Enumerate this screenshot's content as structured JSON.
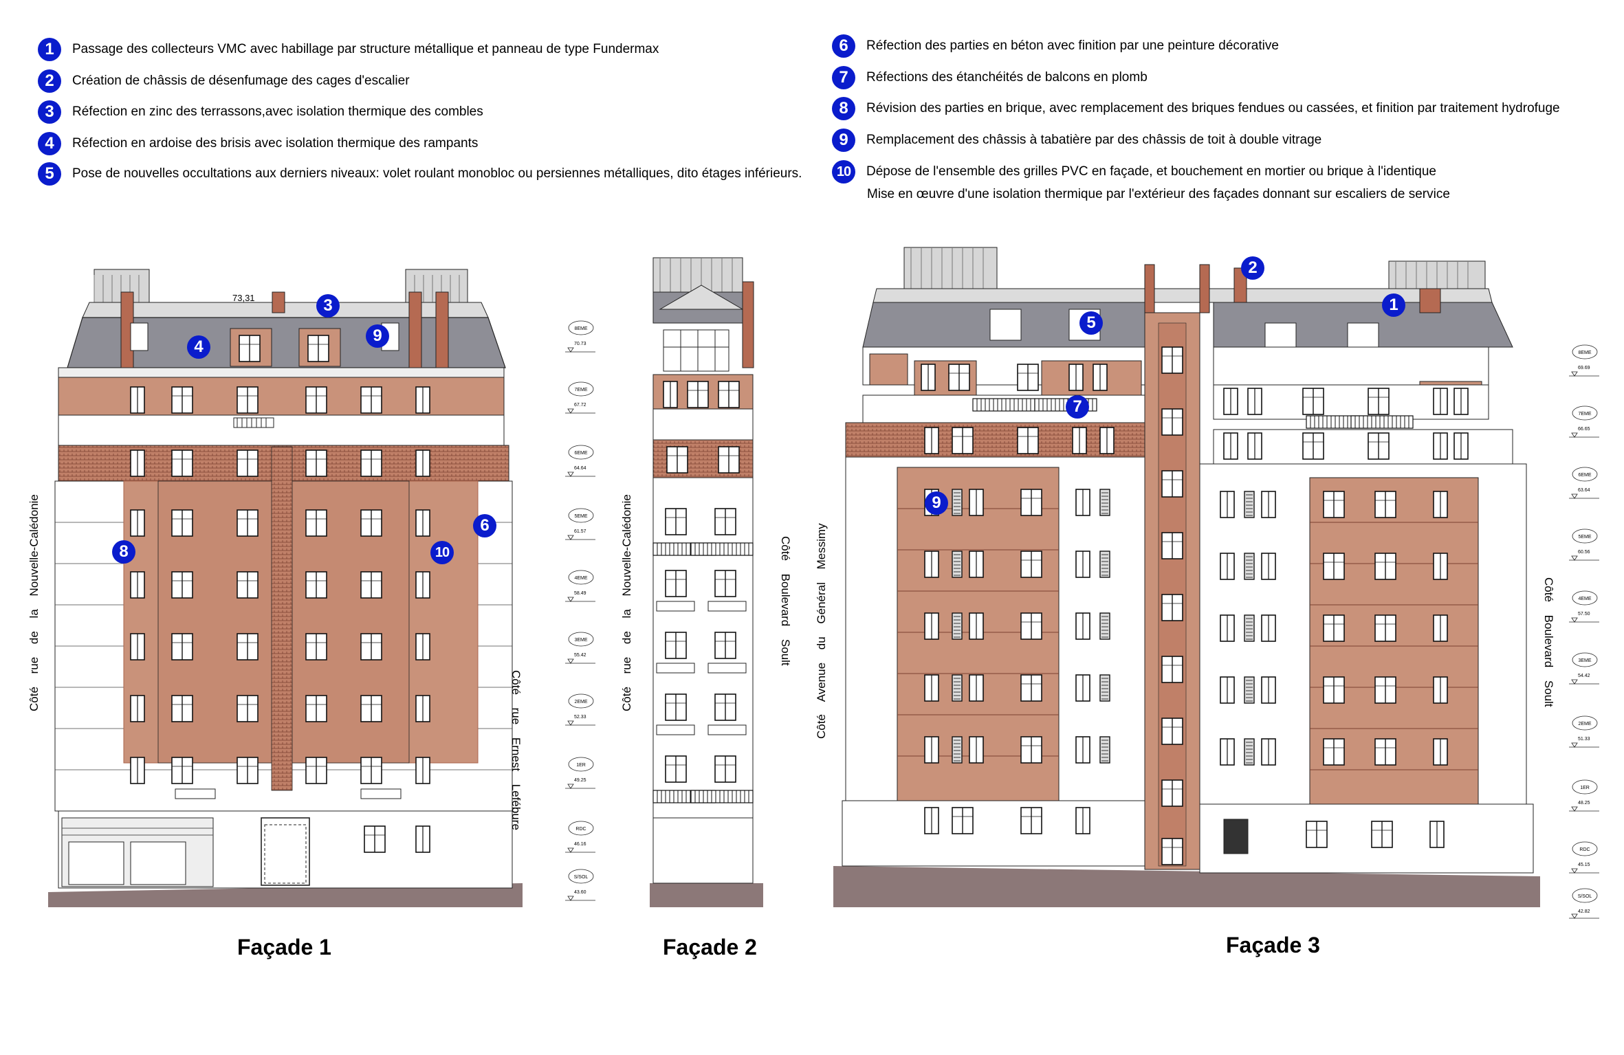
{
  "legend": [
    {
      "num": "1",
      "text": "Passage des collecteurs VMC avec habillage par structure métallique et panneau de type Fundermax"
    },
    {
      "num": "2",
      "text": "Création de châssis de désenfumage des cages d'escalier"
    },
    {
      "num": "3",
      "text": "Réfection en zinc des terrassons,avec isolation thermique des combles"
    },
    {
      "num": "4",
      "text": "Réfection en ardoise des brisis avec isolation thermique des rampants"
    },
    {
      "num": "5",
      "text": "Pose de nouvelles occultations aux derniers niveaux: volet roulant monobloc ou persiennes métalliques, dito étages inférieurs."
    },
    {
      "num": "6",
      "text": "Réfection des parties en béton avec finition par une peinture décorative"
    },
    {
      "num": "7",
      "text": "Réfections des étanchéités de balcons en plomb"
    },
    {
      "num": "8",
      "text": "Révision des parties en brique, avec remplacement des briques fendues ou cassées, et finition par traitement hydrofuge"
    },
    {
      "num": "9",
      "text": "Remplacement des châssis à tabatière par des châssis de toit à double vitrage"
    },
    {
      "num": "10",
      "text": "Dépose de l'ensemble des grilles PVC en façade, et bouchement en mortier ou brique à l'identique"
    }
  ],
  "legend_extra": "Mise en œuvre d'une isolation thermique par l'extérieur des façades donnant sur escaliers de service",
  "captions": {
    "f1": "Façade 1",
    "f2": "Façade 2",
    "f3": "Façade 3"
  },
  "side_labels": {
    "f1_left": "Côté rue de la Nouvelle-Calédonie",
    "f1_right": "Côté rue Ernest Lefébure",
    "f2_left": "Côté rue de la Nouvelle-Calédonie",
    "f2_right": "Côté Boulevard Soult",
    "f3_left": "Côté Avenue du Général Messimy",
    "f3_right": "Côté Boulevard Soult"
  },
  "roof_height": "73,31",
  "levels_a": [
    {
      "name": "8EME",
      "alt": "70.73"
    },
    {
      "name": "7EME",
      "alt": "67.72"
    },
    {
      "name": "6EME",
      "alt": "64.64"
    },
    {
      "name": "5EME",
      "alt": "61.57"
    },
    {
      "name": "4EME",
      "alt": "58.49"
    },
    {
      "name": "3EME",
      "alt": "55.42"
    },
    {
      "name": "2EME",
      "alt": "52.33"
    },
    {
      "name": "1ER",
      "alt": "49.25"
    },
    {
      "name": "RDC",
      "alt": "46.16"
    },
    {
      "name": "S/SOL",
      "alt": "43.60"
    }
  ],
  "levels_b": [
    {
      "name": "8EME",
      "alt": "69.69"
    },
    {
      "name": "7EME",
      "alt": "66.65"
    },
    {
      "name": "6EME",
      "alt": "63.64"
    },
    {
      "name": "5EME",
      "alt": "60.56"
    },
    {
      "name": "4EME",
      "alt": "57.50"
    },
    {
      "name": "3EME",
      "alt": "54.42"
    },
    {
      "name": "2EME",
      "alt": "51.33"
    },
    {
      "name": "1ER",
      "alt": "48.25"
    },
    {
      "name": "RDC",
      "alt": "45.15"
    },
    {
      "name": "S/SOL",
      "alt": "42.82"
    }
  ],
  "colors": {
    "badge": "#0a1ccc",
    "brick": "#c9927a",
    "brick_dark": "#a9644c",
    "slate": "#8e8e96",
    "zinc": "#d6d6d6",
    "ground": "#8c7878",
    "window": "#ffffff"
  },
  "badges_on_drawing": [
    "4",
    "3",
    "9",
    "8",
    "10",
    "6",
    "2",
    "1",
    "5",
    "7",
    "9"
  ]
}
